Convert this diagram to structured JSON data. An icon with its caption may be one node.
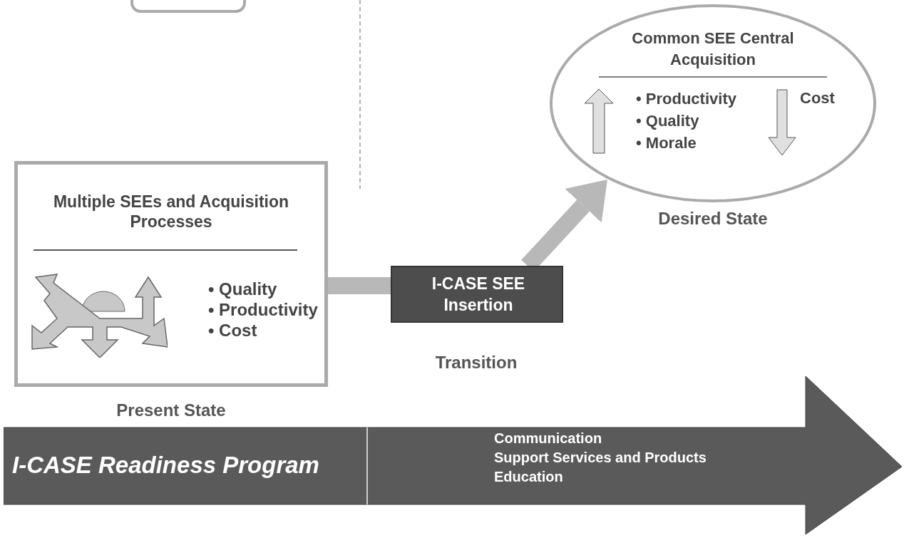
{
  "diagram": {
    "nodes": [
      {
        "text": [
          "Multiple SEEs and Acquisition Processes",
          "• Quality",
          "• Productivity",
          "• Cost"
        ]
      },
      {
        "text": [
          "I-CASE SEE Insertion"
        ]
      },
      {
        "text": [
          "Common SEE Central Acquisition",
          "• Productivity",
          "• Quality",
          "• Morale",
          "Cost"
        ],
        "beside": [
          "Desired State"
        ]
      },
      {
        "text": [
          "I-CASE Readiness Program",
          "Communication",
          "Support Services and Products",
          "Education"
        ]
      },
      {
        "text": [],
        "shape": "box"
      }
    ],
    "edges": [
      {
        "from": 0,
        "to": 1,
        "arrow": "none"
      },
      {
        "from": 1,
        "to": 2,
        "arrow": "to"
      }
    ],
    "labels": [
      "Transition",
      "Present State"
    ]
  }
}
